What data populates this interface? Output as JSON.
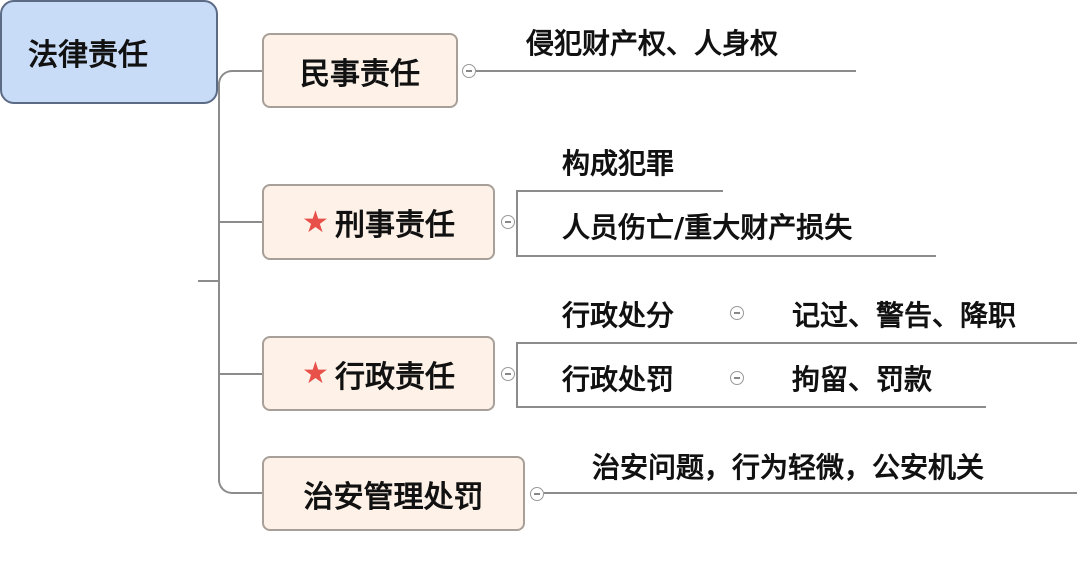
{
  "root": {
    "label": "法律责任"
  },
  "branches": [
    {
      "label": "民事责任",
      "starred": false,
      "children": [
        "侵犯财产权、人身权"
      ]
    },
    {
      "label": "刑事责任",
      "starred": true,
      "children": [
        "构成犯罪",
        "人员伤亡/重大财产损失"
      ]
    },
    {
      "label": "行政责任",
      "starred": true,
      "children": [
        {
          "label": "行政处分",
          "detail": "记过、警告、降职"
        },
        {
          "label": "行政处罚",
          "detail": "拘留、罚款"
        }
      ]
    },
    {
      "label": "治安管理处罚",
      "starred": false,
      "children": [
        "治安问题，行为轻微，公安机关"
      ]
    }
  ],
  "colors": {
    "root_fill": "#c9dcf7",
    "node_fill": "#fdf1e8",
    "star": "#e8504a"
  }
}
